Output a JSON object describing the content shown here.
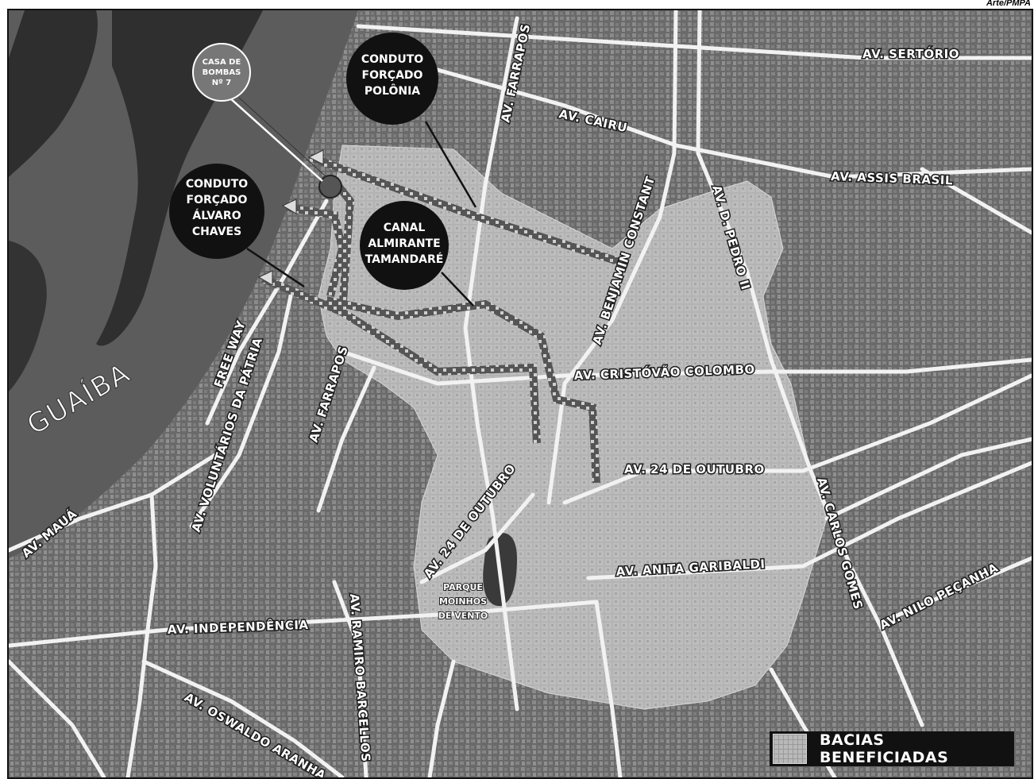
{
  "credit": "Arte/PMPA",
  "water_label": "GUAÍBA",
  "roads": [
    {
      "key": "sertorio",
      "label": "AV. SERTÓRIO"
    },
    {
      "key": "farrapos_n",
      "label": "AV. FARRAPOS"
    },
    {
      "key": "cairu",
      "label": "AV. CAIRU"
    },
    {
      "key": "assis",
      "label": "AV. ASSIS BRASIL"
    },
    {
      "key": "benjamin",
      "label": "AV. BENJAMIN CONSTANT"
    },
    {
      "key": "dpedro",
      "label": "AV. D. PEDRO II"
    },
    {
      "key": "freeway",
      "label": "FREE WAY"
    },
    {
      "key": "voluntarios",
      "label": "AV. VOLUNTÁRIOS DA PÁTRIA"
    },
    {
      "key": "farrapos_s",
      "label": "AV. FARRAPOS"
    },
    {
      "key": "cristovao",
      "label": "AV. CRISTÓVÃO COLOMBO"
    },
    {
      "key": "24out_e",
      "label": "AV. 24 DE OUTUBRO"
    },
    {
      "key": "24out_w",
      "label": "AV. 24 DE OUTUBRO"
    },
    {
      "key": "maua",
      "label": "AV. MAUÁ"
    },
    {
      "key": "anita",
      "label": "AV. ANITA GARIBALDI"
    },
    {
      "key": "carlosgomes",
      "label": "AV. CARLOS GOMES"
    },
    {
      "key": "nilo",
      "label": "AV. NILO PEÇANHA"
    },
    {
      "key": "independencia",
      "label": "AV. INDEPENDÊNCIA"
    },
    {
      "key": "ramiro",
      "label": "AV. RAMIRO BARCELLOS"
    },
    {
      "key": "oswaldo",
      "label": "AV. OSWALDO ARANHA"
    }
  ],
  "callouts": {
    "casa": [
      "CASA DE",
      "BOMBAS",
      "Nº 7"
    ],
    "polonia": [
      "CONDUTO",
      "FORÇADO",
      "POLÔNIA"
    ],
    "alvaro": [
      "CONDUTO",
      "FORÇADO",
      "ÁLVARO",
      "CHAVES"
    ],
    "canal": [
      "CANAL",
      "ALMIRANTE",
      "TAMANDARÉ"
    ]
  },
  "park": [
    "PARQUE",
    "MOINHOS",
    "DE VENTO"
  ],
  "legend": {
    "label": "BACIAS BENEFICIADAS"
  },
  "colors": {
    "basin": "#b3b3b3",
    "water": "#5a5a5a",
    "callout_fill": "#111111",
    "road": "#f2f2f2"
  }
}
